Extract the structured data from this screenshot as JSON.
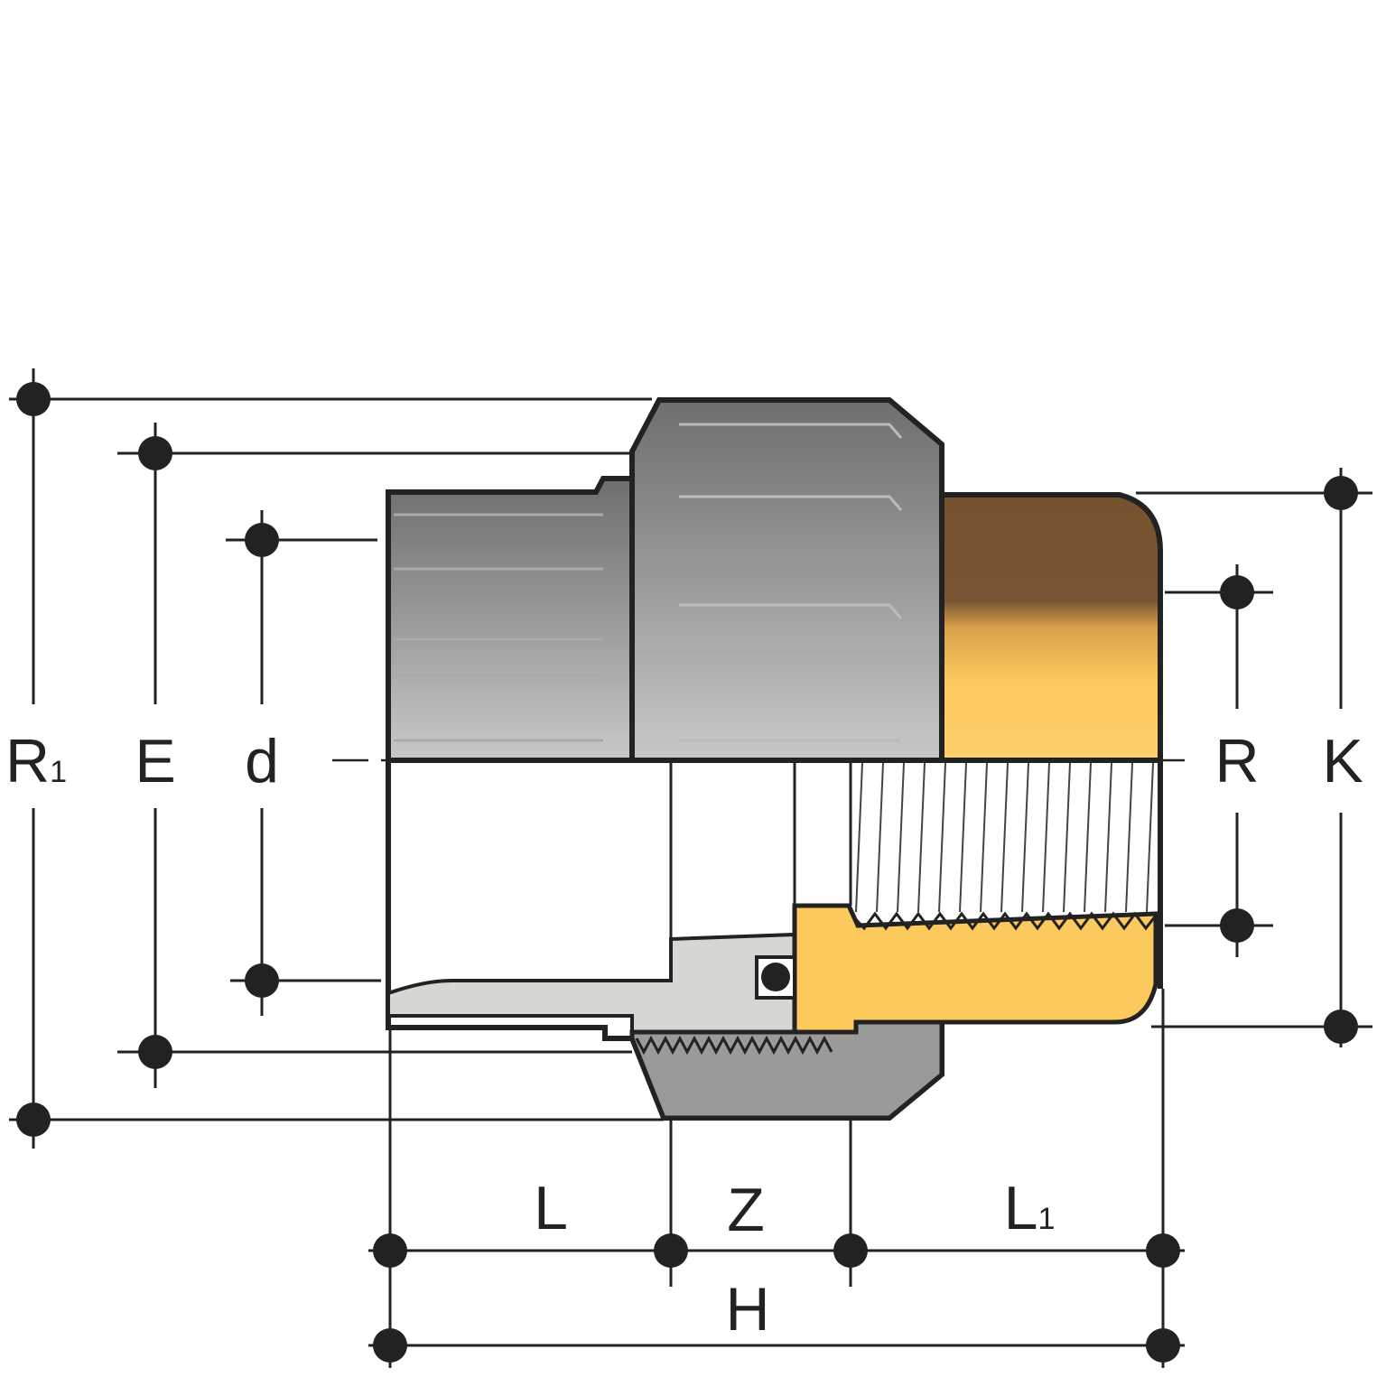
{
  "title": "Union fitting dimension drawing",
  "labels": {
    "R1": {
      "main": "R",
      "sub": "1"
    },
    "E": "E",
    "d": "d",
    "R": "R",
    "K": "K",
    "L": "L",
    "Z": "Z",
    "L1": {
      "main": "L",
      "sub": "1"
    },
    "H": "H"
  },
  "colors": {
    "line": "#222222",
    "gray_body": "#8a8a88",
    "brass_dark": "#7a5230",
    "brass_light": "#fcc95c",
    "section_gray": "#d6d6d2"
  }
}
